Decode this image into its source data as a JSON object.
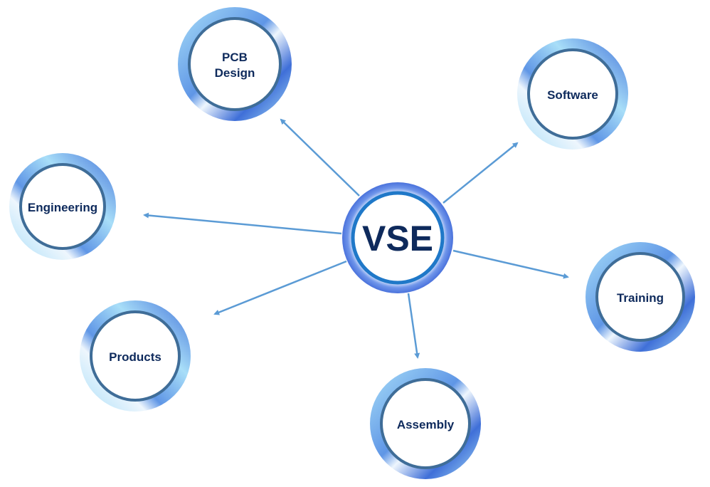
{
  "center": {
    "label": "VSE"
  },
  "nodes": [
    {
      "label_lines": [
        "PCB",
        "Design"
      ]
    },
    {
      "label_lines": [
        "Software"
      ]
    },
    {
      "label_lines": [
        "Engineering"
      ]
    },
    {
      "label_lines": [
        "Training"
      ]
    },
    {
      "label_lines": [
        "Products"
      ]
    },
    {
      "label_lines": [
        "Assembly"
      ]
    }
  ],
  "colors": {
    "text": "#0e2a5c",
    "arrow": "#5b9bd5",
    "ring_light": "#a8def8",
    "ring_dark": "#3f6fd8",
    "inner_border": "#3f6d98",
    "center_border": "#1f78c8"
  }
}
